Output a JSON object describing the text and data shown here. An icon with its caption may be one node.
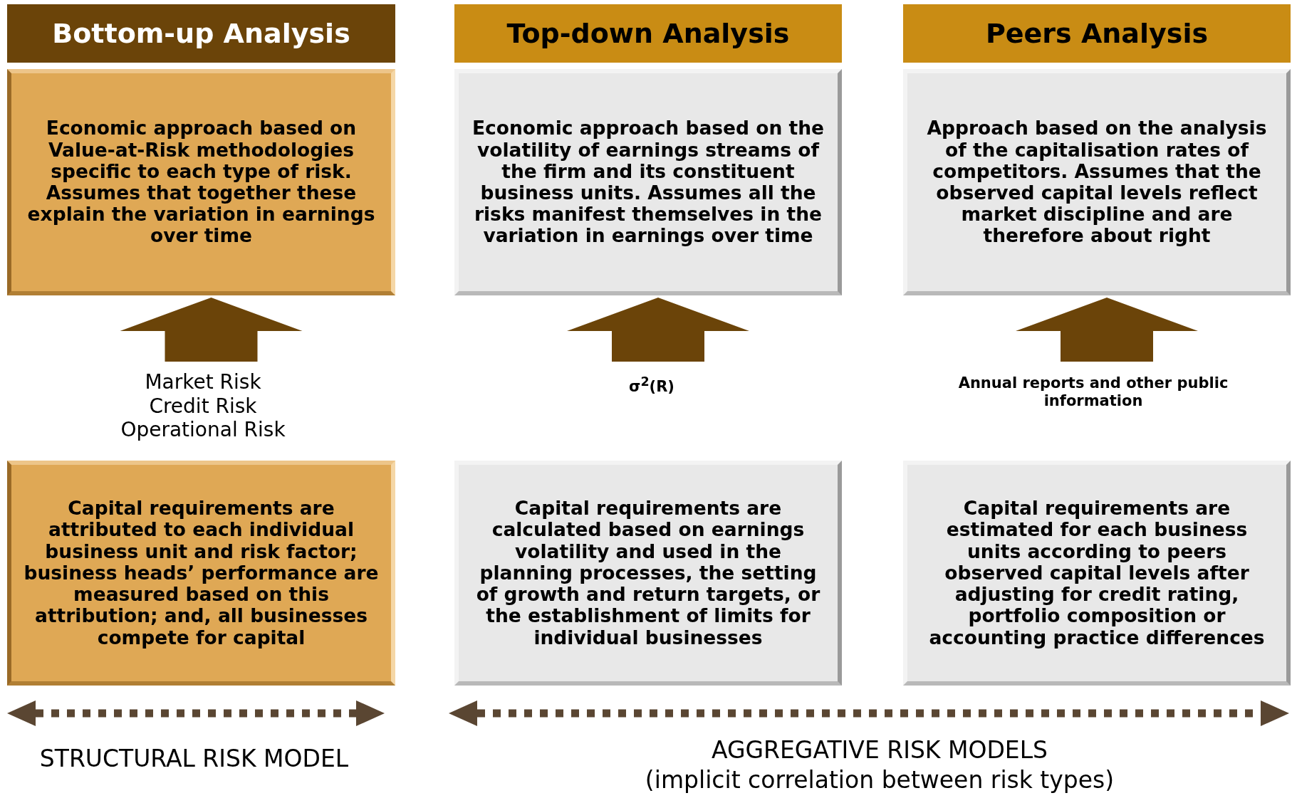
{
  "diagram": {
    "nodes": [
      {
        "text": [
          "Bottom-up Analysis"
        ]
      },
      {
        "text": [
          "Top-down Analysis"
        ]
      },
      {
        "text": [
          "Peers Analysis"
        ]
      },
      {
        "text": [
          "Economic approach based on Value-at-Risk methodologies specific to each type of risk. Assumes that together these explain the variation in earnings over time"
        ]
      },
      {
        "text": [
          "Economic approach based on the volatility of earnings streams of the firm and its constituent business units. Assumes all the risks manifest themselves in the variation in earnings over time"
        ]
      },
      {
        "text": [
          "Approach based on the analysis of the capitalisation rates of competitors. Assumes that the observed capital levels reflect market discipline and are therefore about right"
        ]
      },
      {
        "text": [
          "Market Risk",
          "Credit Risk",
          "Operational Risk"
        ]
      },
      {
        "text": [
          "σ$^{2}$(R)"
        ]
      },
      {
        "text": [
          "Annual reports and other public information"
        ]
      },
      {
        "text": [
          "Capital requirements are attributed to each individual business unit and risk factor; business heads’ performance are measured based on this attribution; and, all businesses compete for capital"
        ]
      },
      {
        "text": [
          "Capital requirements are calculated based on earnings volatility and used in the planning processes, the setting of growth and return targets, or the establishment of limits for individual businesses"
        ]
      },
      {
        "text": [
          "Capital requirements are estimated for each business units according to peers observed capital levels after adjusting for credit rating, portfolio composition or accounting practice differences"
        ]
      }
    ],
    "edges": [
      {
        "from": 6,
        "to": 3,
        "arrow": "to"
      },
      {
        "from": 7,
        "to": 4,
        "arrow": "to"
      },
      {
        "from": 8,
        "to": 5,
        "arrow": "to"
      }
    ],
    "labels": [
      "STRUCTURAL RISK MODEL",
      "AGGREGATIVE RISK MODELS",
      "(implicit correlation between risk types)"
    ]
  }
}
